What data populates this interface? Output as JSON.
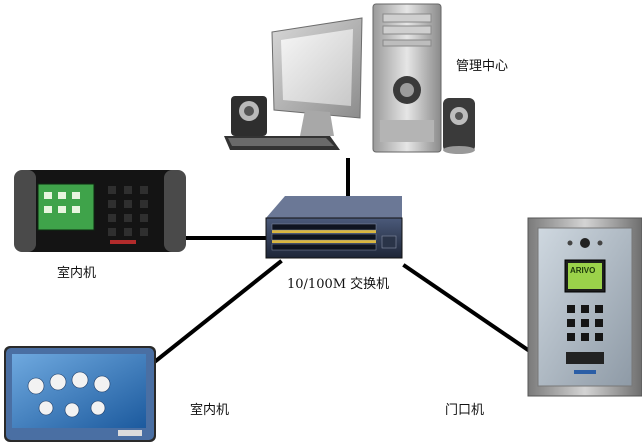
{
  "labels": {
    "management_center": "管理中心",
    "indoor_unit_top": "室内机",
    "indoor_unit_bottom": "室内机",
    "switch": "10/100M 交换机",
    "door_unit": "门口机"
  },
  "screen_texts": {
    "door_panel": "ARIVO"
  },
  "colors": {
    "link_line": "#000000",
    "indoor_screen_green": "#3fa34a",
    "door_screen_green": "#9bd24a",
    "switch_port_yellow": "#d9b640",
    "tablet_screen_blue": "#2a7cc7"
  },
  "icons": [
    "desktop-computer-icon",
    "network-switch-icon",
    "indoor-monitor-icon",
    "tablet-monitor-icon",
    "door-panel-icon"
  ]
}
